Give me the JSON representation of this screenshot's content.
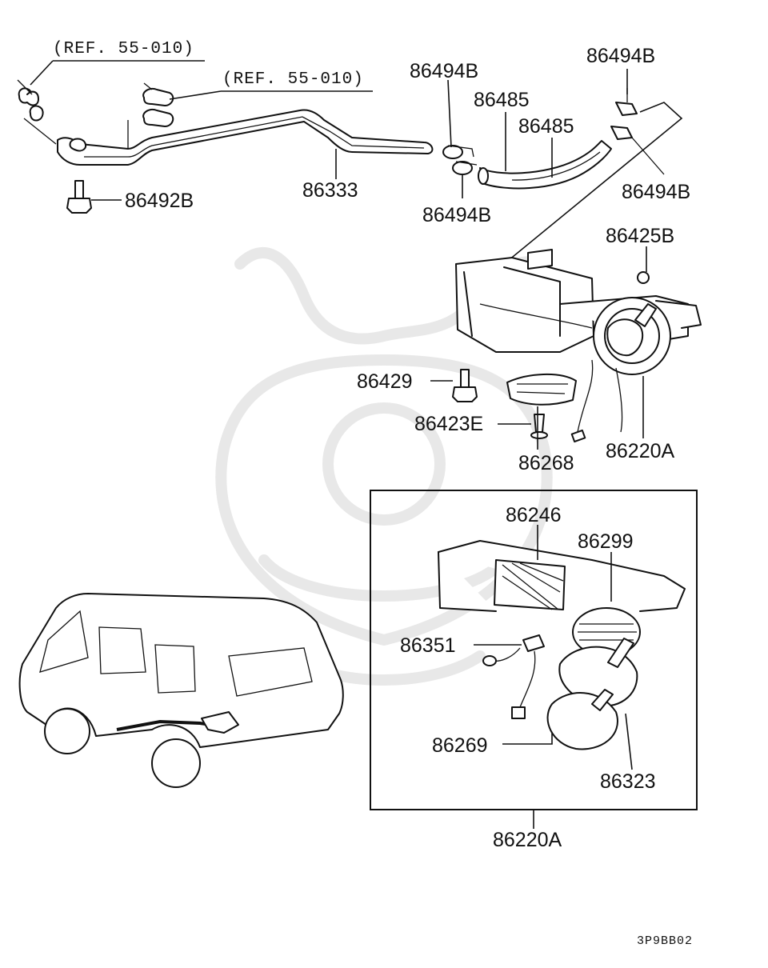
{
  "diagram": {
    "references": [
      "(REF. 55-010)",
      "(REF. 55-010)"
    ],
    "part_labels": {
      "p86494B_top_left": "86494B",
      "p86494B_top_right": "86494B",
      "p86485_a": "86485",
      "p86485_b": "86485",
      "p86494B_right": "86494B",
      "p86494B_bottom": "86494B",
      "p86333": "86333",
      "p86492B": "86492B",
      "p86425B": "86425B",
      "p86429": "86429",
      "p86423E": "86423E",
      "p86268": "86268",
      "p86220A_upper": "86220A",
      "p86246": "86246",
      "p86299": "86299",
      "p86351": "86351",
      "p86269": "86269",
      "p86323": "86323",
      "p86220A_lower": "86220A"
    },
    "diagram_code": "3P9BB02"
  }
}
